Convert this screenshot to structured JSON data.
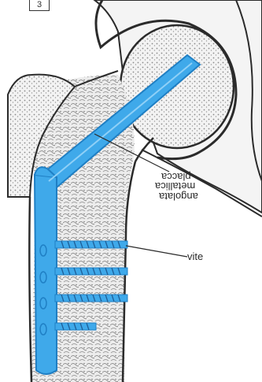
{
  "panel_tag": "3",
  "labels": {
    "plate_line1": "placca",
    "plate_line2": "metallica",
    "plate_line3": "angolata",
    "screws": "vite"
  },
  "colors": {
    "implant_blue": "#3fa9ea",
    "implant_blue_dark": "#1f7fc4",
    "bone_stipple": "#8a8a8a",
    "outline": "#2b2b2b",
    "paper": "#ffffff"
  }
}
